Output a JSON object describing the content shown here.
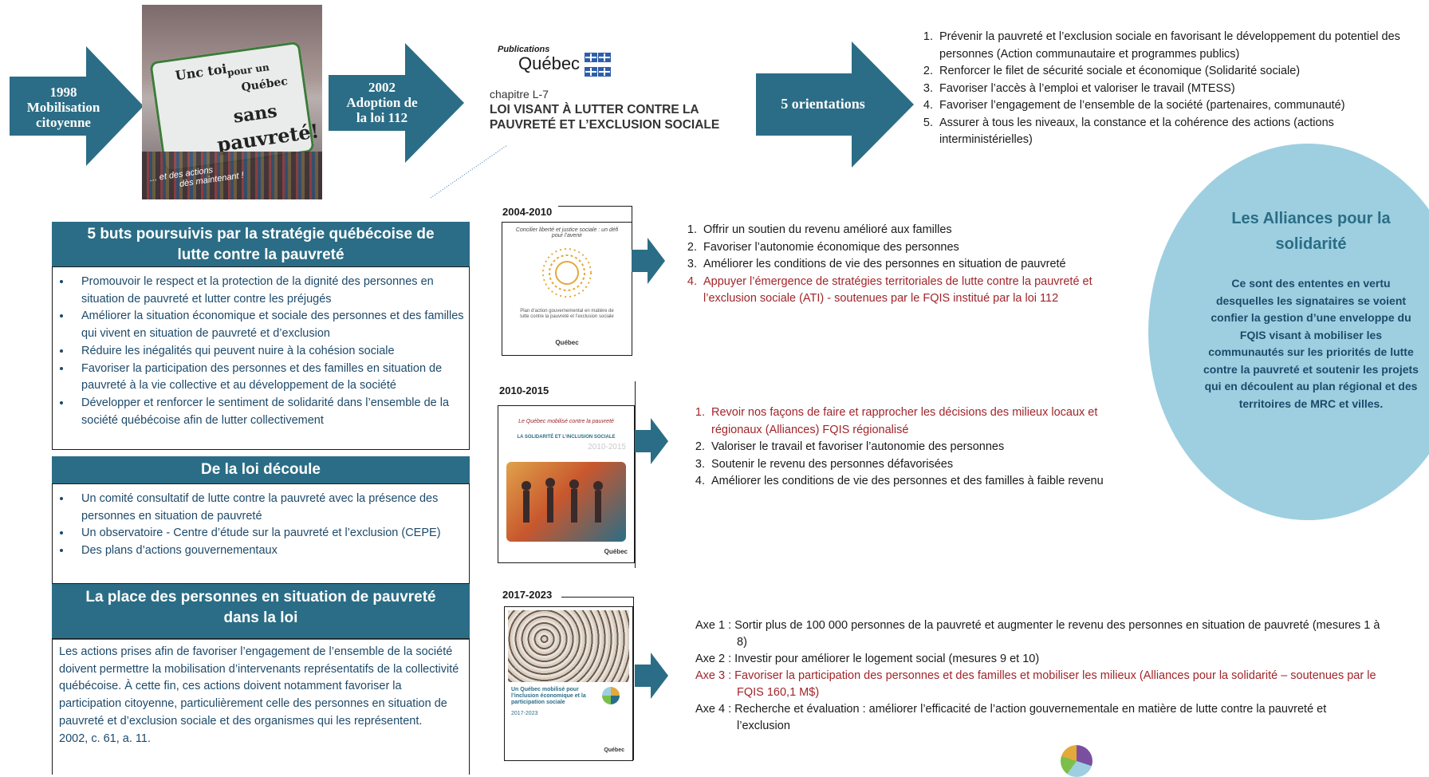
{
  "colors": {
    "teal": "#2b6d86",
    "dark_blue_text": "#1d4a6a",
    "red_text": "#a1252a",
    "circle": "#9dcfe0"
  },
  "top_flow": {
    "step1": {
      "year": "1998",
      "line1": "Mobilisation",
      "line2": "citoyenne"
    },
    "step2": {
      "year": "2002",
      "line1": "Adoption de",
      "line2": "la loi 112"
    },
    "photo": {
      "banner_line1": "Unc toi",
      "banner_line2": "pour un",
      "banner_line3": "Québec",
      "banner_line4": "sans",
      "banner_line5": "pauvreté!",
      "caption_line1": "... et des actions",
      "caption_line2": "dès maintenant !"
    },
    "law": {
      "publisher_small": "Publications",
      "publisher_big": "Québec",
      "chapter": "chapitre L-7",
      "title_line1": "LOI VISANT À LUTTER CONTRE LA",
      "title_line2": "PAUVRETÉ ET L’EXCLUSION SOCIALE"
    },
    "orientations_label": "5 orientations",
    "orientations": [
      {
        "num": "1.",
        "text": "Prévenir la pauvreté et l’exclusion sociale en favorisant le développement du potentiel des personnes (Action communautaire et programmes publics)"
      },
      {
        "num": "2.",
        "text": "Renforcer le filet de sécurité sociale et économique (Solidarité sociale)"
      },
      {
        "num": "3.",
        "text": "Favoriser l’accès à l’emploi et valoriser le travail (MTESS)"
      },
      {
        "num": "4.",
        "text": "Favoriser l’engagement de l’ensemble de la société (partenaires, communauté)"
      },
      {
        "num": "5.",
        "text": "Assurer à tous les niveaux, la constance et la cohérence des actions (actions interministérielles)"
      }
    ]
  },
  "buts": {
    "title": "5 buts poursuivis par la stratégie québécoise de lutte contre la pauvreté",
    "items": [
      "Promouvoir le respect et la protection de la dignité des personnes en situation de pauvreté et lutter contre les préjugés",
      "Améliorer la situation économique et sociale des personnes et des familles qui vivent en situation de pauvreté et d’exclusion",
      "Réduire les inégalités qui peuvent nuire à la cohésion sociale",
      "Favoriser la participation des personnes et des familles en situation de pauvreté à la vie collective et au développement de la société",
      "Développer et renforcer le sentiment de solidarité dans l’ensemble de la société québécoise afin de lutter collectivement"
    ]
  },
  "decoule": {
    "title": "De la loi découle",
    "items": [
      "Un comité consultatif de lutte contre la pauvreté avec la présence des personnes en situation de pauvreté",
      "Un observatoire - Centre d’étude sur la pauvreté et l’exclusion (CEPE)",
      "Des plans d’actions gouvernementaux"
    ]
  },
  "place": {
    "title": "La place des personnes en situation de pauvreté dans la loi",
    "text": "Les actions prises afin de favoriser l’engagement de l’ensemble de la société doivent permettre la mobilisation d’intervenants représentatifs de la collectivité québécoise. À cette fin, ces actions doivent notamment favoriser la participation citoyenne, particulièrement celle des personnes en situation de pauvreté et d’exclusion sociale et des organismes qui les représentent.",
    "ref": "2002, c. 61, a. 11."
  },
  "plan1": {
    "period": "2004-2010",
    "cover_title": "Concilier liberté et justice sociale : un défi pour l’avenir",
    "cover_sub": "Plan d’action gouvernemental en matière de lutte contre la pauvreté et l’exclusion sociale",
    "cover_brand": "Québec",
    "items": [
      {
        "num": "1.",
        "text": "Offrir un soutien du revenu amélioré aux familles",
        "red": false
      },
      {
        "num": "2.",
        "text": "Favoriser l’autonomie économique des personnes",
        "red": false
      },
      {
        "num": "3.",
        "text": "Améliorer les conditions de vie des personnes en situation de pauvreté",
        "red": false
      },
      {
        "num": "4.",
        "text": "Appuyer l’émergence de stratégies territoriales de lutte contre la pauvreté et l’exclusion sociale (ATI) - soutenues par le FQIS institué par la loi 112",
        "red": true
      }
    ]
  },
  "plan2": {
    "period": "2010-2015",
    "cover_title": "Le Québec mobilisé contre la pauvreté",
    "cover_sub": "LA SOLIDARITÉ ET L’INCLUSION SOCIALE",
    "cover_years": "2010-2015",
    "cover_brand": "Québec",
    "items": [
      {
        "num": "1.",
        "text": "Revoir nos façons de faire et rapprocher les décisions des milieux locaux et régionaux (Alliances) FQIS régionalisé",
        "red": true
      },
      {
        "num": "2.",
        "text": "Valoriser le travail et favoriser l’autonomie des personnes",
        "red": false
      },
      {
        "num": "3.",
        "text": "Soutenir le revenu des personnes défavorisées",
        "red": false
      },
      {
        "num": "4.",
        "text": "Améliorer les conditions de vie des personnes et des familles à faible revenu",
        "red": false
      }
    ]
  },
  "plan3": {
    "period": "2017-2023",
    "cover_title": "Un Québec mobilisé pour l’inclusion économique et la participation sociale",
    "cover_years": "2017-2023",
    "cover_brand": "Québec",
    "items": [
      {
        "label": "Axe 1 :",
        "text": "Sortir plus de 100 000 personnes de la pauvreté et augmenter le revenu des personnes en situation de pauvreté (mesures 1 à 8)",
        "red": false
      },
      {
        "label": "Axe 2 :",
        "text": "Investir pour améliorer le logement social (mesures 9 et 10)",
        "red": false
      },
      {
        "label": "Axe 3 :",
        "text": "Favoriser la participation des personnes et des familles et mobiliser les milieux (Alliances pour la solidarité – soutenues par le FQIS 160,1 M$)",
        "red": true
      },
      {
        "label": "Axe 4 :",
        "text": "Recherche et évaluation : améliorer l’efficacité de l’action gouvernementale en matière de lutte contre la pauvreté et l’exclusion",
        "red": false
      }
    ]
  },
  "alliances": {
    "title": "Les Alliances pour la solidarité",
    "text": "Ce sont des ententes en vertu desquelles les signataires se voient confier la gestion d’une enveloppe du FQIS visant à mobiliser les communautés sur les priorités de lutte contre la pauvreté et soutenir les projets qui en découlent au plan régional et des territoires de MRC et villes."
  }
}
